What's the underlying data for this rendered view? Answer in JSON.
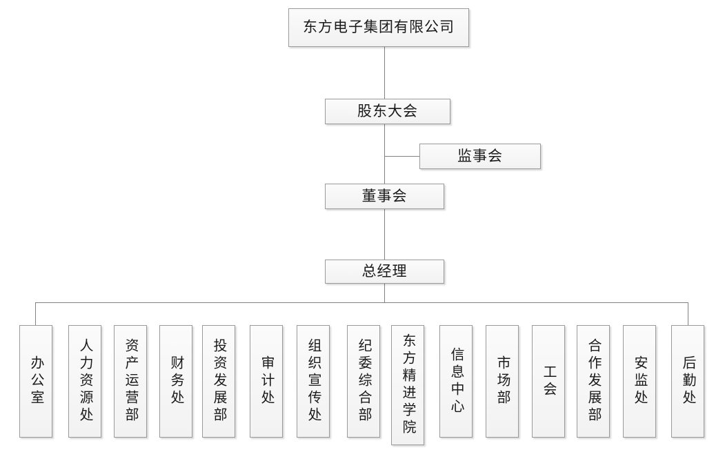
{
  "diagram": {
    "type": "organization-chart",
    "title_box": {
      "label": "东方电子集团有限公司"
    },
    "levels": [
      {
        "label": "股东大会"
      },
      {
        "label": "监事会"
      },
      {
        "label": "董事会"
      },
      {
        "label": "总经理"
      }
    ],
    "departments": [
      {
        "label": "办公室"
      },
      {
        "label": "人力资源处"
      },
      {
        "label": "资产运营部"
      },
      {
        "label": "财务处"
      },
      {
        "label": "投资发展部"
      },
      {
        "label": "审计处"
      },
      {
        "label": "组织宣传处"
      },
      {
        "label": "纪委综合部"
      },
      {
        "label": "东方精进学院"
      },
      {
        "label": "信息中心"
      },
      {
        "label": "市场部"
      },
      {
        "label": "工会"
      },
      {
        "label": "合作发展部"
      },
      {
        "label": "安监处"
      },
      {
        "label": "后勤处"
      }
    ],
    "colors": {
      "box_fill_top": "#fbfbfb",
      "box_fill_bottom": "#f2f2f2",
      "box_border": "#9a9a9a",
      "connector": "#808080",
      "text": "#1a1a1a",
      "background": "#ffffff"
    }
  }
}
